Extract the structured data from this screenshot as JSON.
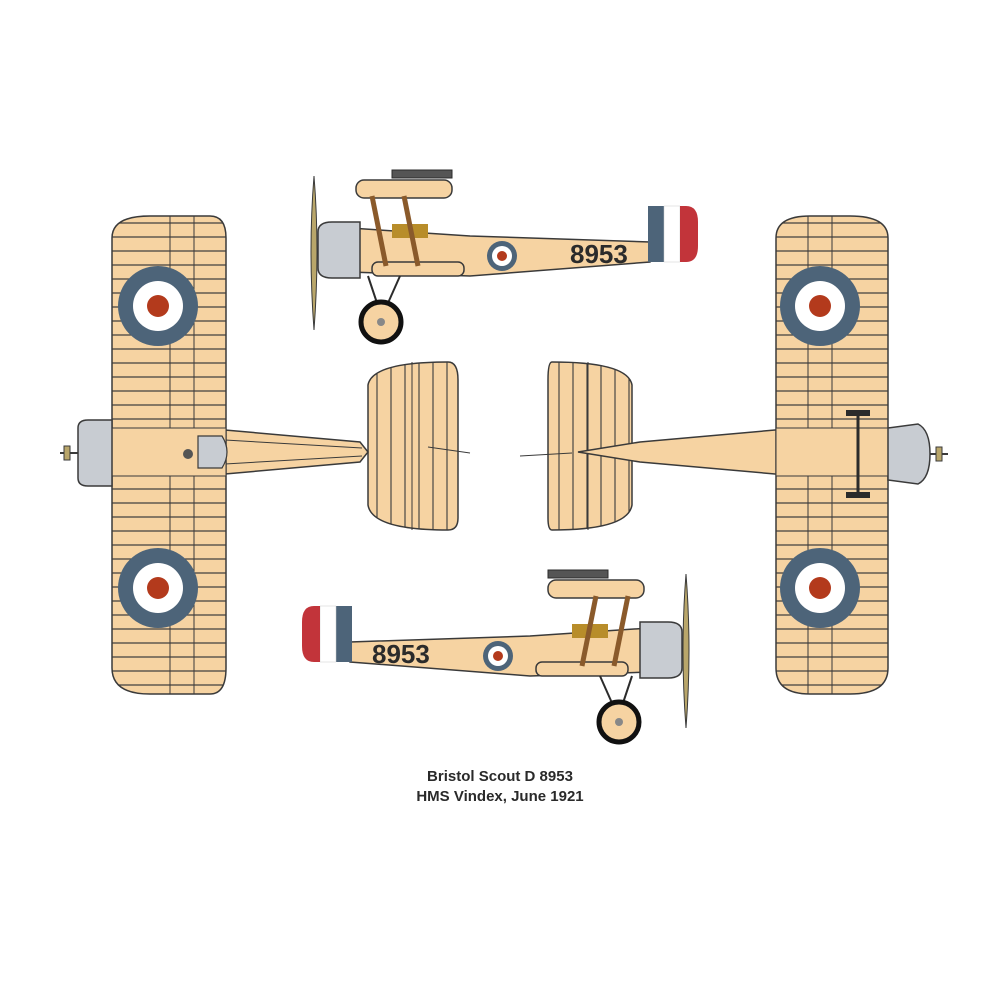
{
  "caption": {
    "line1": "Bristol Scout D 8953",
    "line2": "HMS Vindex, June 1921"
  },
  "aircraft": {
    "serial": "8953"
  },
  "colors": {
    "doped_linen": "#f6d3a2",
    "panel_line": "#3a3a3a",
    "roundel_blue": "#4d6479",
    "roundel_red": "#b33a1c",
    "cowling": "#c8ccd2",
    "propeller": "#b9a66a",
    "strut": "#8a5a2b",
    "cockpit": "#b88d2a"
  },
  "views": [
    {
      "name": "side-view-left"
    },
    {
      "name": "plan-view-top"
    },
    {
      "name": "plan-view-bottom"
    },
    {
      "name": "side-view-right"
    }
  ],
  "icons": [
    "roundel-icon",
    "propeller-icon",
    "wheel-icon",
    "rudder-stripes-icon",
    "machine-gun-icon"
  ]
}
